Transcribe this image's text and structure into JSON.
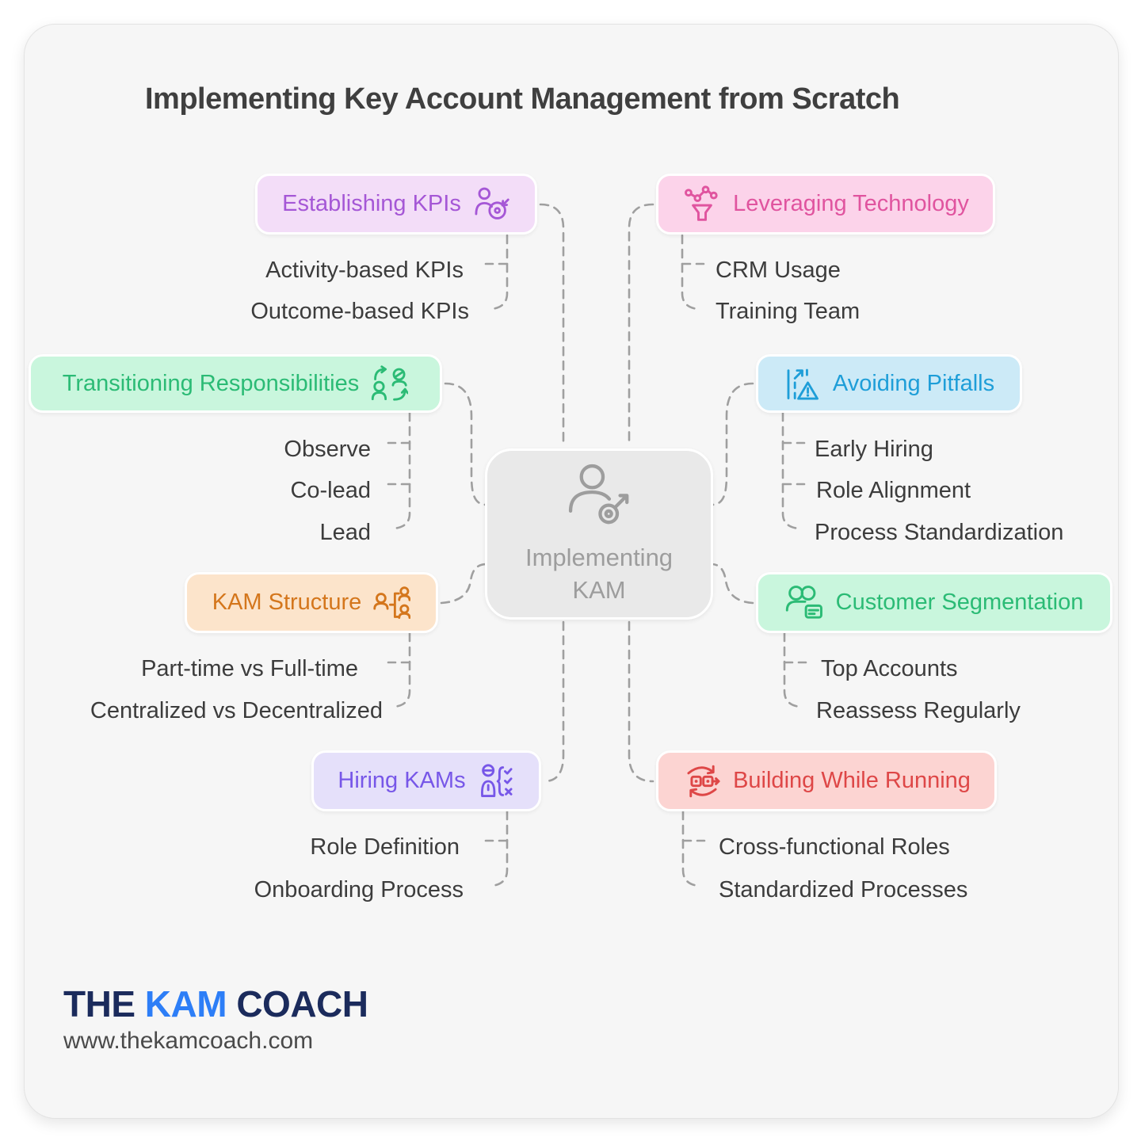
{
  "title": "Implementing Key Account Management from Scratch",
  "center": {
    "icon": "person-key-icon",
    "line1": "Implementing",
    "line2": "KAM"
  },
  "branches": [
    {
      "id": "establishing-kpis",
      "label": "Establishing KPIs",
      "icon": "person-target-icon",
      "text_color": "#a557d6",
      "bg_color": "#f3ddf8",
      "children": [
        "Activity-based KPIs",
        "Outcome-based KPIs"
      ]
    },
    {
      "id": "leveraging-technology",
      "label": "Leveraging Technology",
      "icon": "funnel-network-icon",
      "text_color": "#e0549f",
      "bg_color": "#fcd3ea",
      "children": [
        "CRM Usage",
        "Training Team"
      ]
    },
    {
      "id": "transitioning-responsibilities",
      "label": "Transitioning Responsibilities",
      "icon": "people-swap-icon",
      "text_color": "#2bbb75",
      "bg_color": "#c9f6dd",
      "children": [
        "Observe",
        "Co-lead",
        "Lead"
      ]
    },
    {
      "id": "avoiding-pitfalls",
      "label": "Avoiding Pitfalls",
      "icon": "path-warning-icon",
      "text_color": "#1e9ed8",
      "bg_color": "#cceaf7",
      "children": [
        "Early Hiring",
        "Role Alignment",
        "Process Standardization"
      ]
    },
    {
      "id": "kam-structure",
      "label": "KAM Structure",
      "icon": "org-chart-people-icon",
      "text_color": "#d4761c",
      "bg_color": "#fce4cb",
      "children": [
        "Part-time vs Full-time",
        "Centralized vs Decentralized"
      ]
    },
    {
      "id": "customer-segmentation",
      "label": "Customer Segmentation",
      "icon": "people-card-icon",
      "text_color": "#2bbb75",
      "bg_color": "#c9f6dd",
      "children": [
        "Top Accounts",
        "Reassess Regularly"
      ]
    },
    {
      "id": "hiring-kams",
      "label": "Hiring KAMs",
      "icon": "person-checklist-icon",
      "text_color": "#7757e8",
      "bg_color": "#e5e0fa",
      "children": [
        "Role Definition",
        "Onboarding Process"
      ]
    },
    {
      "id": "building-while-running",
      "label": "Building While Running",
      "icon": "process-cycle-icon",
      "text_color": "#de4747",
      "bg_color": "#fcd4d2",
      "children": [
        "Cross-functional Roles",
        "Standardized Processes"
      ]
    }
  ],
  "connector_color": "#9f9f9f",
  "footer": {
    "logo_the": "THE",
    "logo_kam": "KAM",
    "logo_coach": "COACH",
    "logo_navy_color": "#1b2b5c",
    "logo_blue_color": "#2d7ef7",
    "website": "www.thekamcoach.com"
  }
}
